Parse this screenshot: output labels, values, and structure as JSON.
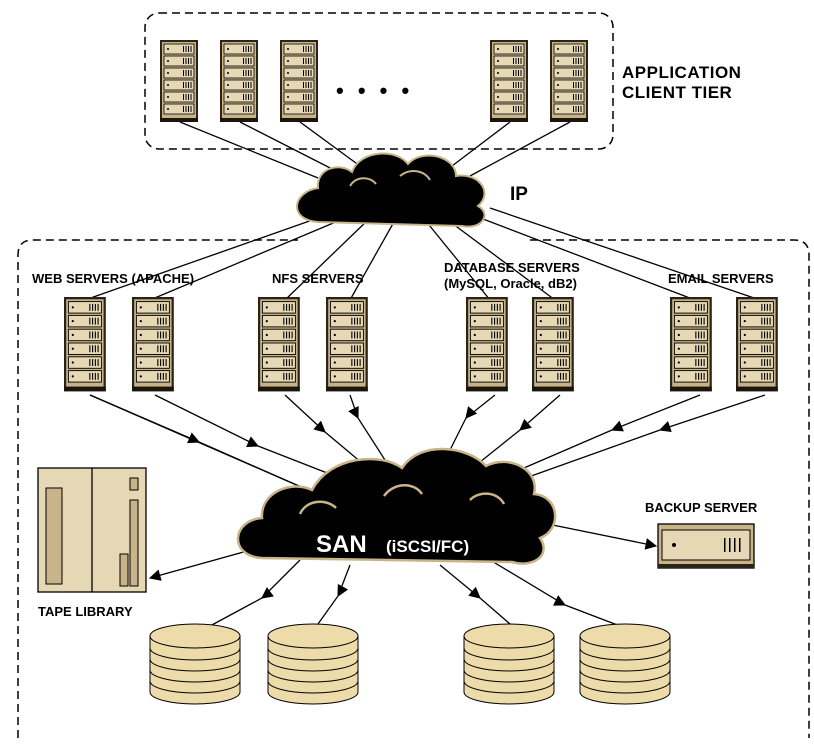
{
  "labels": {
    "client_tier_line1": "APPLICATION",
    "client_tier_line2": "CLIENT TIER",
    "ip": "IP",
    "ellipsis": "• • • •",
    "web_servers": "WEB SERVERS (APACHE)",
    "nfs_servers": "NFS SERVERS",
    "db_servers_line1": "DATABASE SERVERS",
    "db_servers_line2": "(MySQL, Oracle, dB2)",
    "email_servers": "EMAIL SERVERS",
    "san_main": "SAN",
    "san_sub": "(iSCSI/FC)",
    "backup_server": "BACKUP SERVER",
    "tape_library": "TAPE LIBRARY"
  },
  "icons": {
    "server": "rack-server-icon",
    "cloud": "cloud-icon",
    "disk": "disk-stack-icon",
    "tape": "tape-library-icon",
    "backup": "backup-server-icon"
  },
  "colors": {
    "server_fill": "#c9b48a",
    "server_light": "#e6d8b4",
    "disk_fill": "#eddcaa",
    "cloud": "#000000",
    "cloud_edge": "#c9b48a",
    "line": "#000000",
    "background": "#ffffff"
  }
}
